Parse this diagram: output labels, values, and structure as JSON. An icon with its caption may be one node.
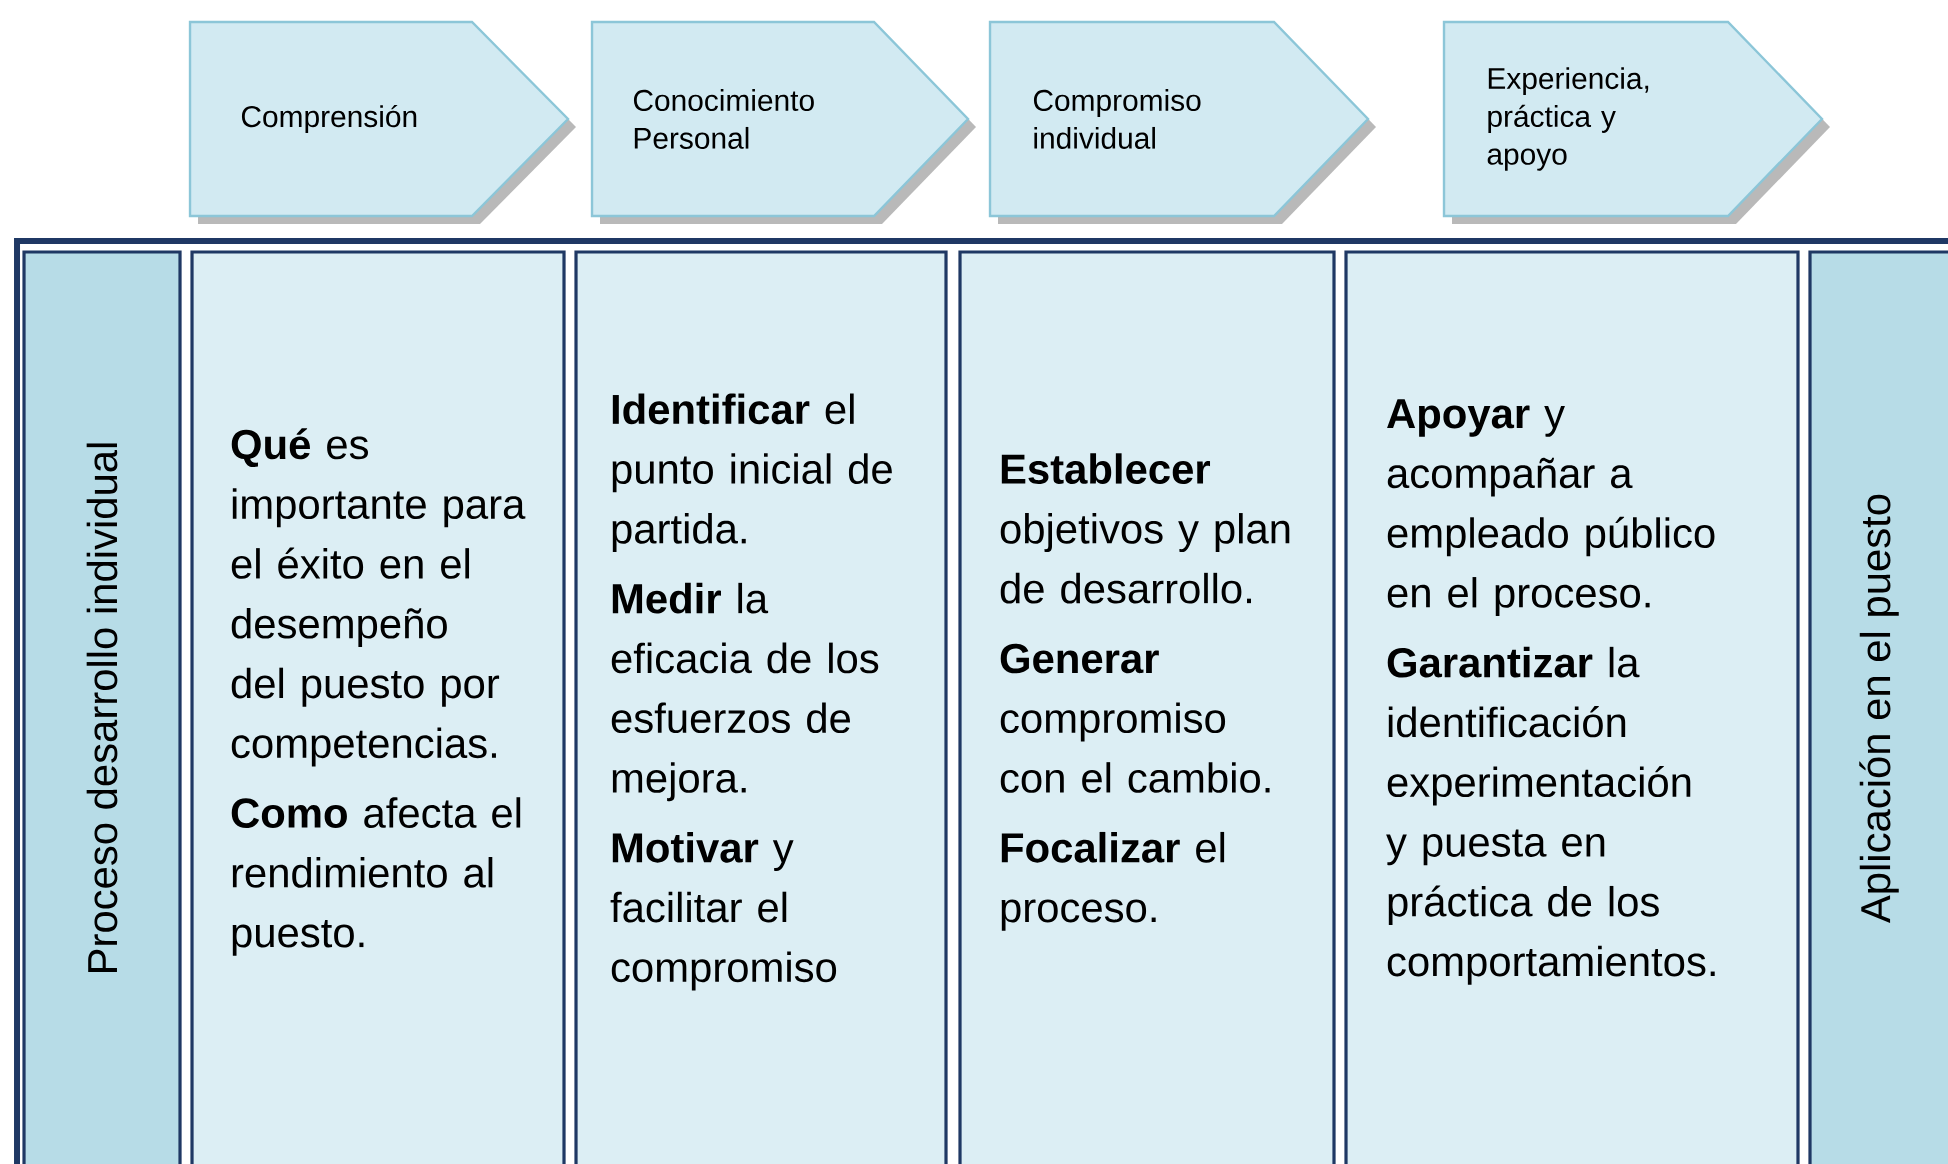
{
  "diagram": {
    "nodes": [
      {
        "text": [
          "Comprensión"
        ]
      },
      {
        "text": [
          "Conocimiento Personal"
        ]
      },
      {
        "text": [
          "Compromiso individual"
        ]
      },
      {
        "text": [
          "Experiencia, práctica y apoyo"
        ]
      },
      {
        "text": [
          "Proceso desarrollo individual"
        ]
      },
      {
        "text": [
          "**Qué** es importante para el éxito en el desempeño del puesto por competencias.",
          "**Como** afecta el rendimiento al puesto."
        ]
      },
      {
        "text": [
          "**Identificar** el punto inicial de partida.",
          "**Medir** la eficacia de los esfuerzos de mejora.",
          "**Motivar** y facilitar el compromiso"
        ]
      },
      {
        "text": [
          "**Establecer** objetivos y plan de desarrollo.",
          "**Generar** compromiso con el cambio.",
          "**Focalizar** el proceso."
        ]
      },
      {
        "text": [
          "**Apoyar** y acompañar a empleado público en el proceso.",
          "**Garantizar** la identificación experimentación y puesta en práctica de los comportamientos."
        ]
      },
      {
        "text": [
          "Aplicación en el puesto"
        ]
      }
    ]
  }
}
